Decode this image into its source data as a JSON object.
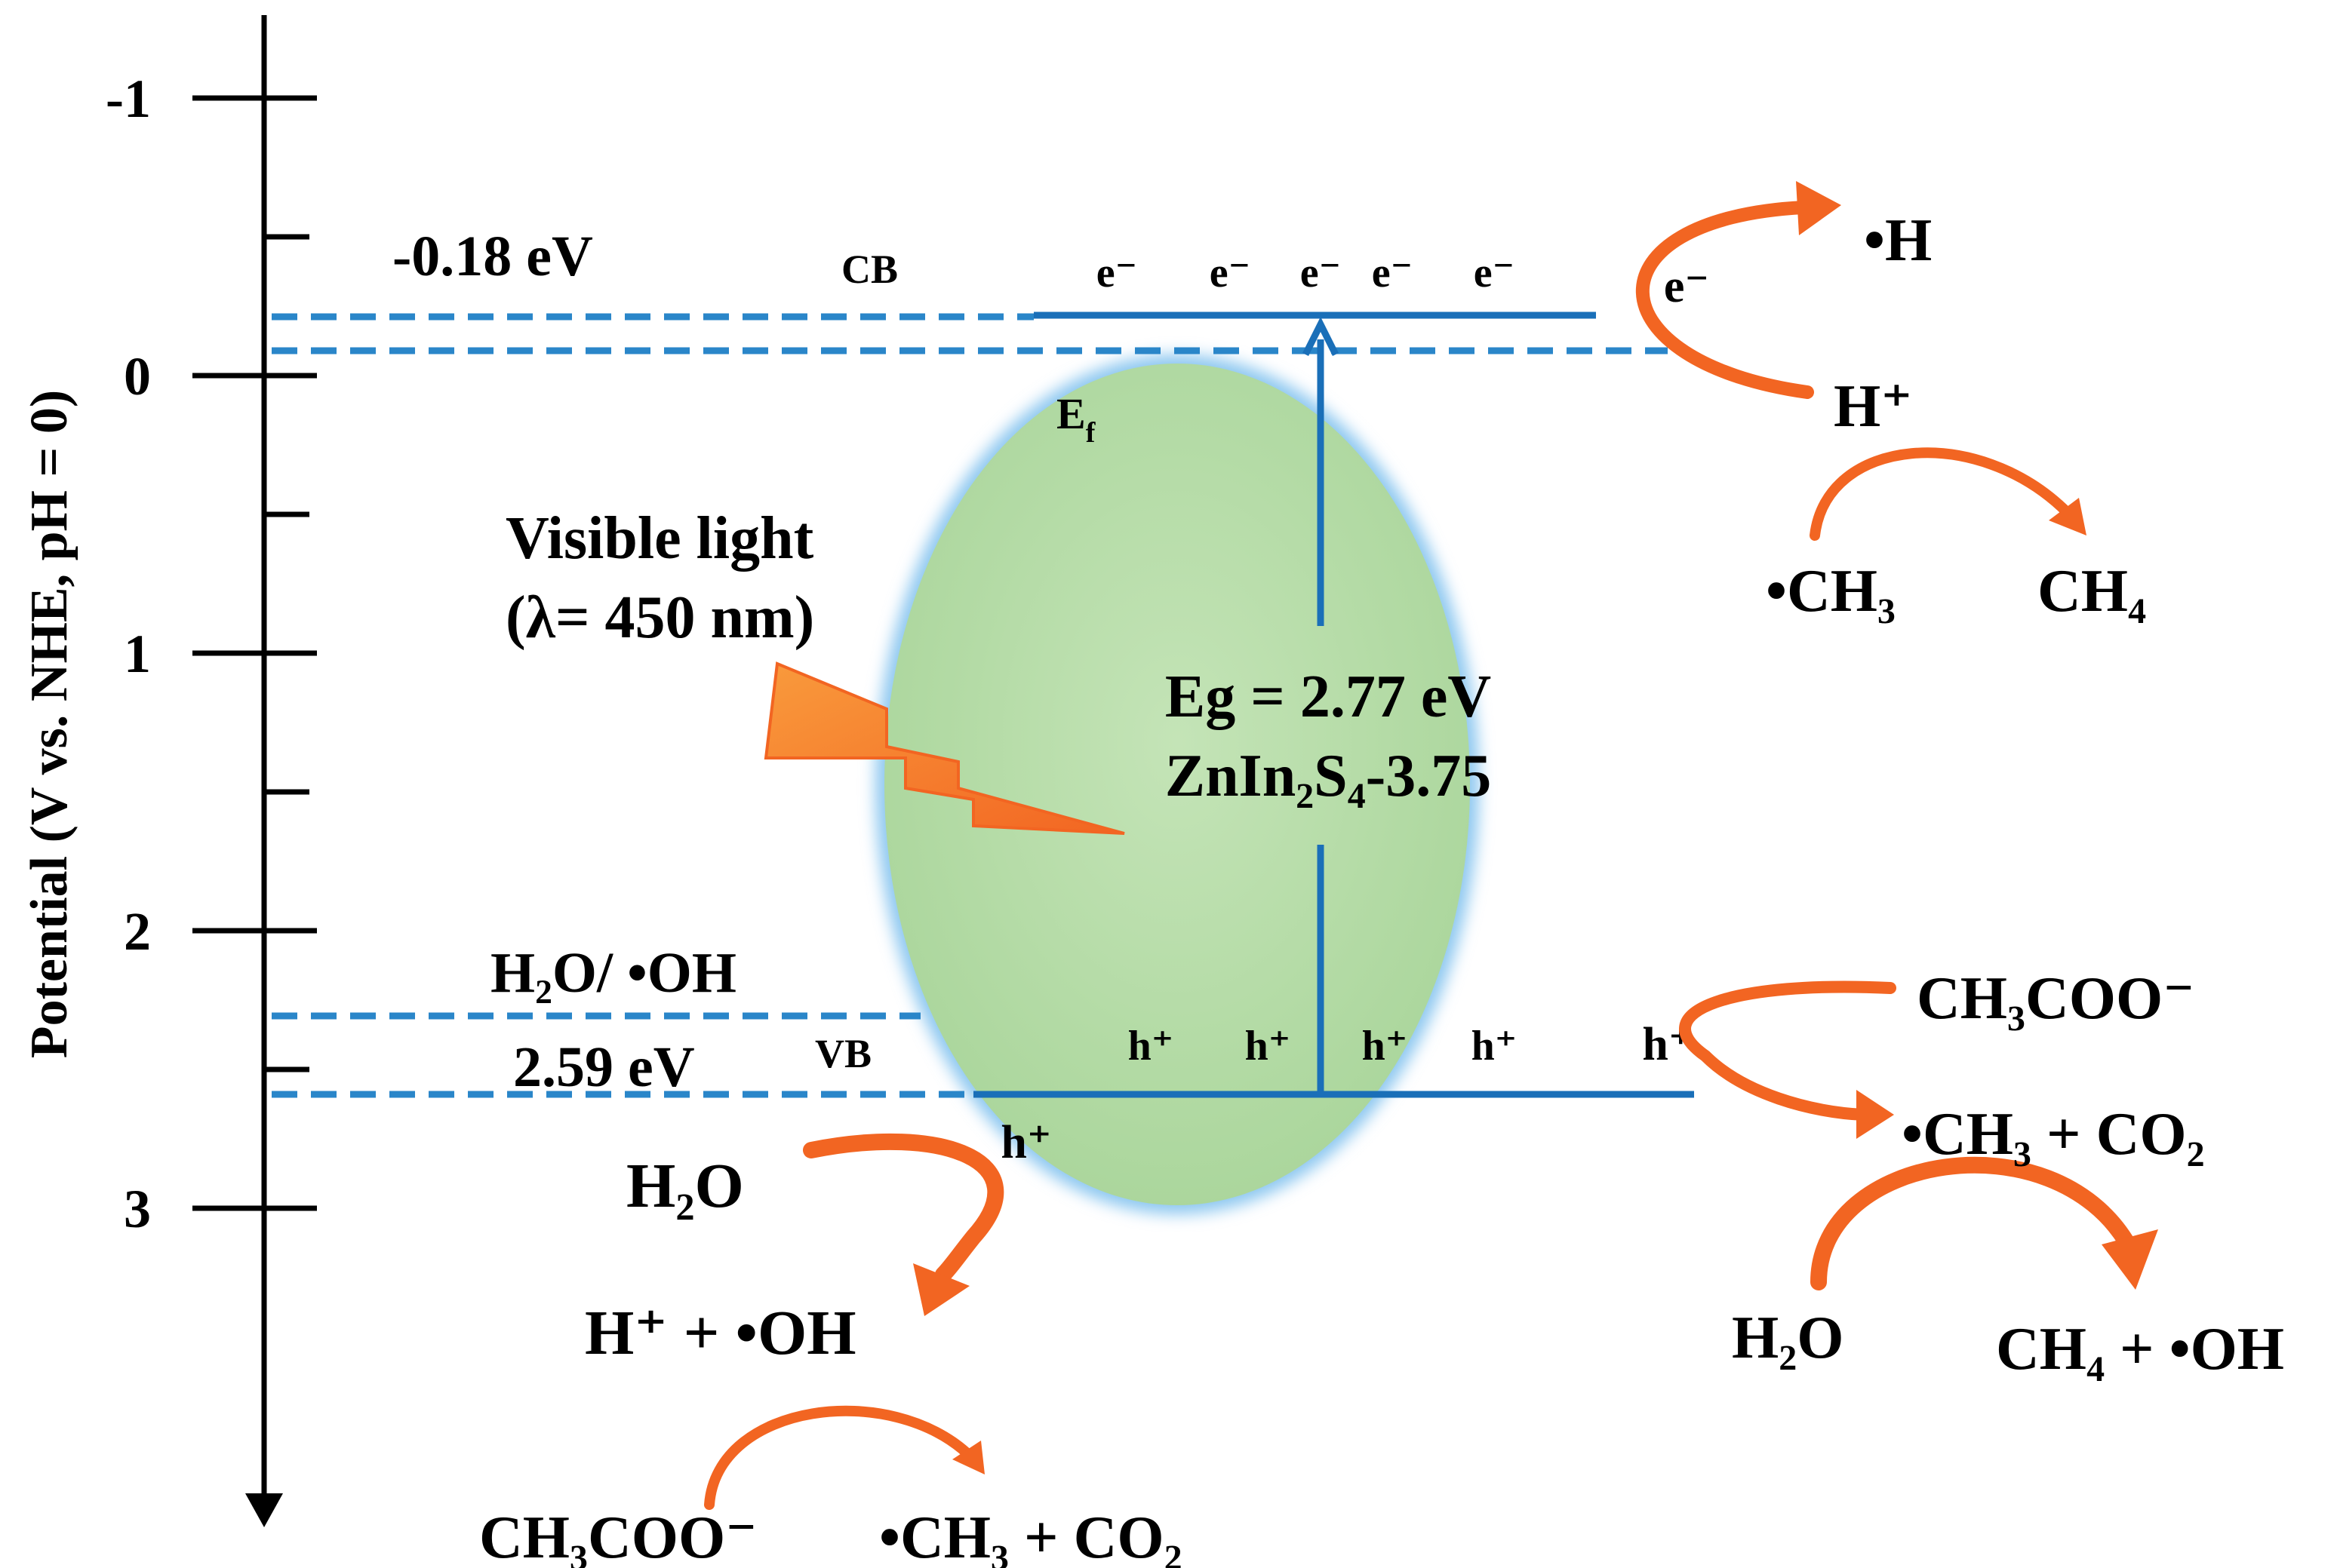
{
  "axis": {
    "label": "Potential (V vs. NHE, pH = 0)",
    "ticks": [
      {
        "value": -1,
        "label": "-1"
      },
      {
        "value": 0,
        "label": "0"
      },
      {
        "value": 1,
        "label": "1"
      },
      {
        "value": 2,
        "label": "2"
      },
      {
        "value": 3,
        "label": "3"
      }
    ]
  },
  "levels": {
    "cb_value": "-0.18 eV",
    "cb_label": "CB",
    "fermi_label": "E",
    "fermi_sub": "f",
    "h2o_oh_label": "H₂O/ •OH",
    "vb_value": "2.59 eV",
    "vb_label": "VB"
  },
  "light": {
    "line1": "Visible light",
    "line2": "(λ= 450 nm)"
  },
  "particle": {
    "eg": "Eg = 2.77 eV",
    "material": "ZnIn₂S₄-3.75",
    "color": "#b7dca9",
    "glow": "#8ec8f0"
  },
  "carriers": {
    "electrons": [
      "e⁻",
      "e⁻",
      "e⁻",
      "e⁻",
      "e⁻"
    ],
    "holes": [
      "h⁺",
      "h⁺",
      "h⁺",
      "h⁺"
    ],
    "edge_electron": "e⁻",
    "edge_hole_right": "h⁺",
    "edge_hole_left": "h⁺"
  },
  "reactions": {
    "h_radical": "•H",
    "h_plus": "H⁺",
    "ch3_radical": "•CH₃",
    "ch4": "CH₄",
    "acetate_right": "CH₃COO⁻",
    "ch3_co2_right": "•CH₃ + CO₂",
    "h2o_right": "H₂O",
    "ch4_oh": "CH₄ + •OH",
    "h2o_left": "H₂O",
    "hplus_oh": "H⁺ + •OH",
    "acetate_left": "CH₃COO⁻",
    "ch3_co2_left": "•CH₃ + CO₂"
  },
  "colors": {
    "band": "#1a6fb8",
    "dashed": "#2a86c9",
    "arrow": "#f26522",
    "bolt": "#f47b20",
    "axis": "#000000"
  }
}
